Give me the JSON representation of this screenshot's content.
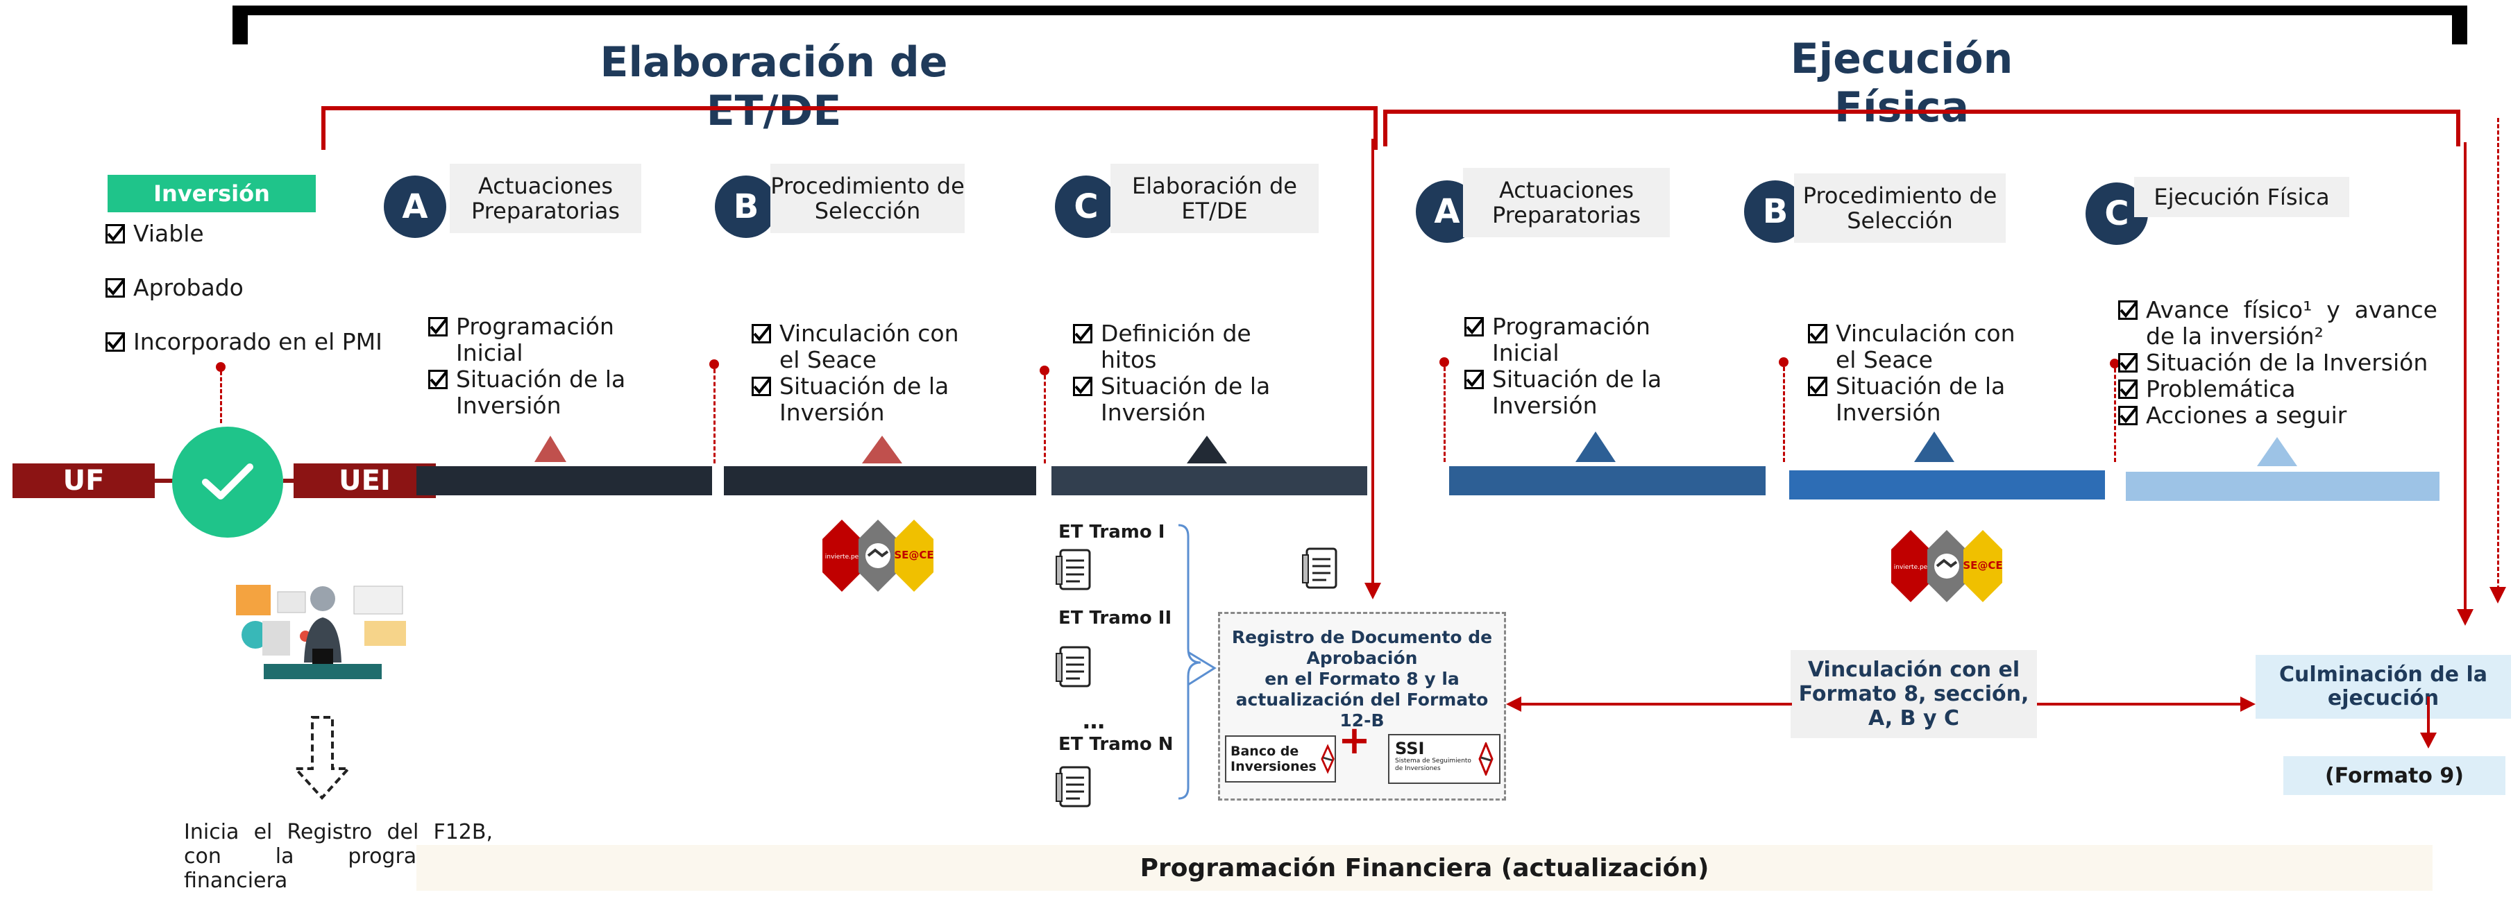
{
  "phases": {
    "elaboracion": "Elaboración de ET/DE",
    "ejecucion": "Ejecución Física"
  },
  "inversion": {
    "header": "Inversión",
    "items": [
      "Viable",
      "Aprobado",
      "Incorporado en el PMI"
    ]
  },
  "tags": {
    "uf": "UF",
    "uei": "UEI"
  },
  "steps_left": [
    {
      "letter": "A",
      "label": "Actuaciones Preparatorias",
      "checks": [
        "Programación Inicial",
        "Situación de la Inversión"
      ]
    },
    {
      "letter": "B",
      "label": "Procedimiento de Selección",
      "checks": [
        "Vinculación con el Seace",
        "Situación de la Inversión"
      ]
    },
    {
      "letter": "C",
      "label": "Elaboración de ET/DE",
      "checks": [
        "Definición de hitos",
        "Situación de la Inversión"
      ]
    }
  ],
  "steps_right": [
    {
      "letter": "A",
      "label": "Actuaciones Preparatorias",
      "checks": [
        "Programación Inicial",
        "Situación de la Inversión"
      ]
    },
    {
      "letter": "B",
      "label": "Procedimiento de Selección",
      "checks": [
        "Vinculación con el Seace",
        "Situación de la Inversión"
      ]
    },
    {
      "letter": "C",
      "label": "Ejecución Física",
      "checks": [
        "Avance físico¹ y avance de la inversión²",
        "Situación de la Inversión",
        "Problemática",
        "Acciones a seguir"
      ]
    }
  ],
  "logos": {
    "invierte": "invierte.pe",
    "seace": "SE@CE"
  },
  "tramos": [
    "ET Tramo I",
    "ET Tramo II",
    "…",
    "ET Tramo N"
  ],
  "registro": {
    "text": [
      "Registro de Documento de",
      "Aprobación",
      "en el Formato 8 y la",
      "actualización del Formato 12-B"
    ],
    "banco": [
      "Banco de",
      "Inversiones"
    ],
    "ssi": "SSI",
    "ssi_sub": [
      "Sistema de Seguimiento",
      "de Inversiones"
    ],
    "plus": "+"
  },
  "vinculacion": [
    "Vinculación con el",
    "Formato 8, sección,",
    "A, B y C"
  ],
  "culminacion": [
    "Culminación de la",
    "ejecución"
  ],
  "formato9": "(Formato 9)",
  "f12b_text": [
    "Inicia el Registro del F12B,",
    "con la programación",
    "financiera"
  ],
  "programacion": "Programación Financiera (actualización)",
  "colors": {
    "navy": "#1f3a5a",
    "dark_red": "#8c1414",
    "red": "#c00000",
    "green": "#1fc48a",
    "bar_dark": "#222a35",
    "bar_blue": "#2d5f95",
    "bar_light": "#9dc3e6"
  }
}
